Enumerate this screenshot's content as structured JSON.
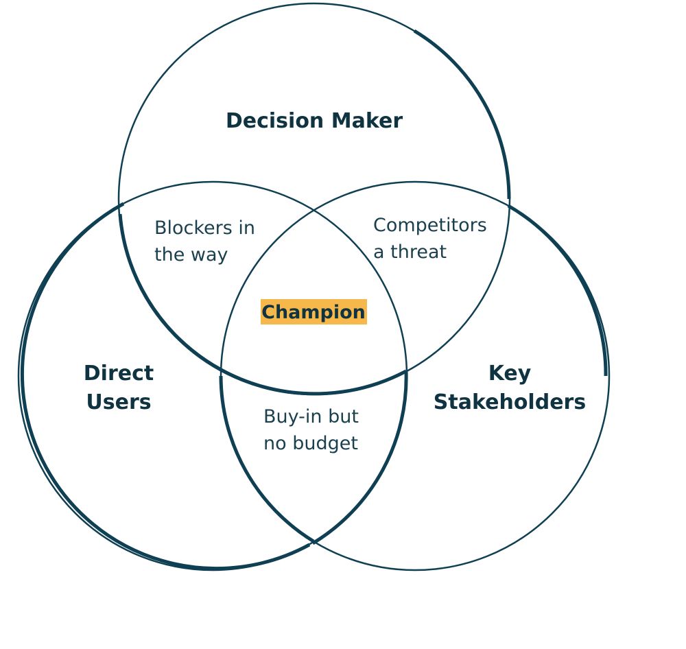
{
  "colors": {
    "stroke": "#0f3f52",
    "text": "#0f3340",
    "highlight": "#f7b84b",
    "background": "#ffffff"
  },
  "sets": {
    "decision_maker": "Decision Maker",
    "direct_users": [
      "Direct",
      "Users"
    ],
    "key_stakeholders": [
      "Key",
      "Stakeholders"
    ]
  },
  "overlaps": {
    "decision_users": [
      "Blockers in",
      "the way"
    ],
    "decision_stakeholders": [
      "Competitors",
      "a threat"
    ],
    "users_stakeholders": [
      "Buy-in but",
      "no budget"
    ],
    "center": "Champion"
  }
}
